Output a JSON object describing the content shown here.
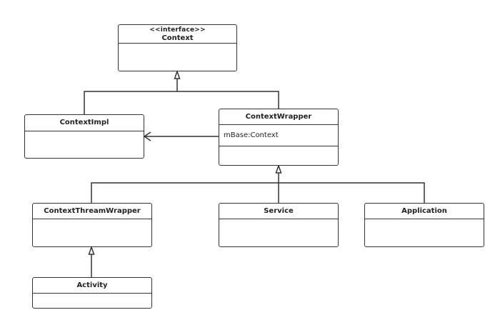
{
  "diagram": {
    "context": {
      "stereotype": "<<interface>>",
      "name": "Context"
    },
    "context_impl": {
      "name": "ContextImpl"
    },
    "context_wrapper": {
      "name": "ContextWrapper",
      "attribute": "mBase:Context"
    },
    "context_theme_wrapper": {
      "name": "ContextThreamWrapper"
    },
    "service": {
      "name": "Service"
    },
    "application": {
      "name": "Application"
    },
    "activity": {
      "name": "Activity"
    }
  }
}
